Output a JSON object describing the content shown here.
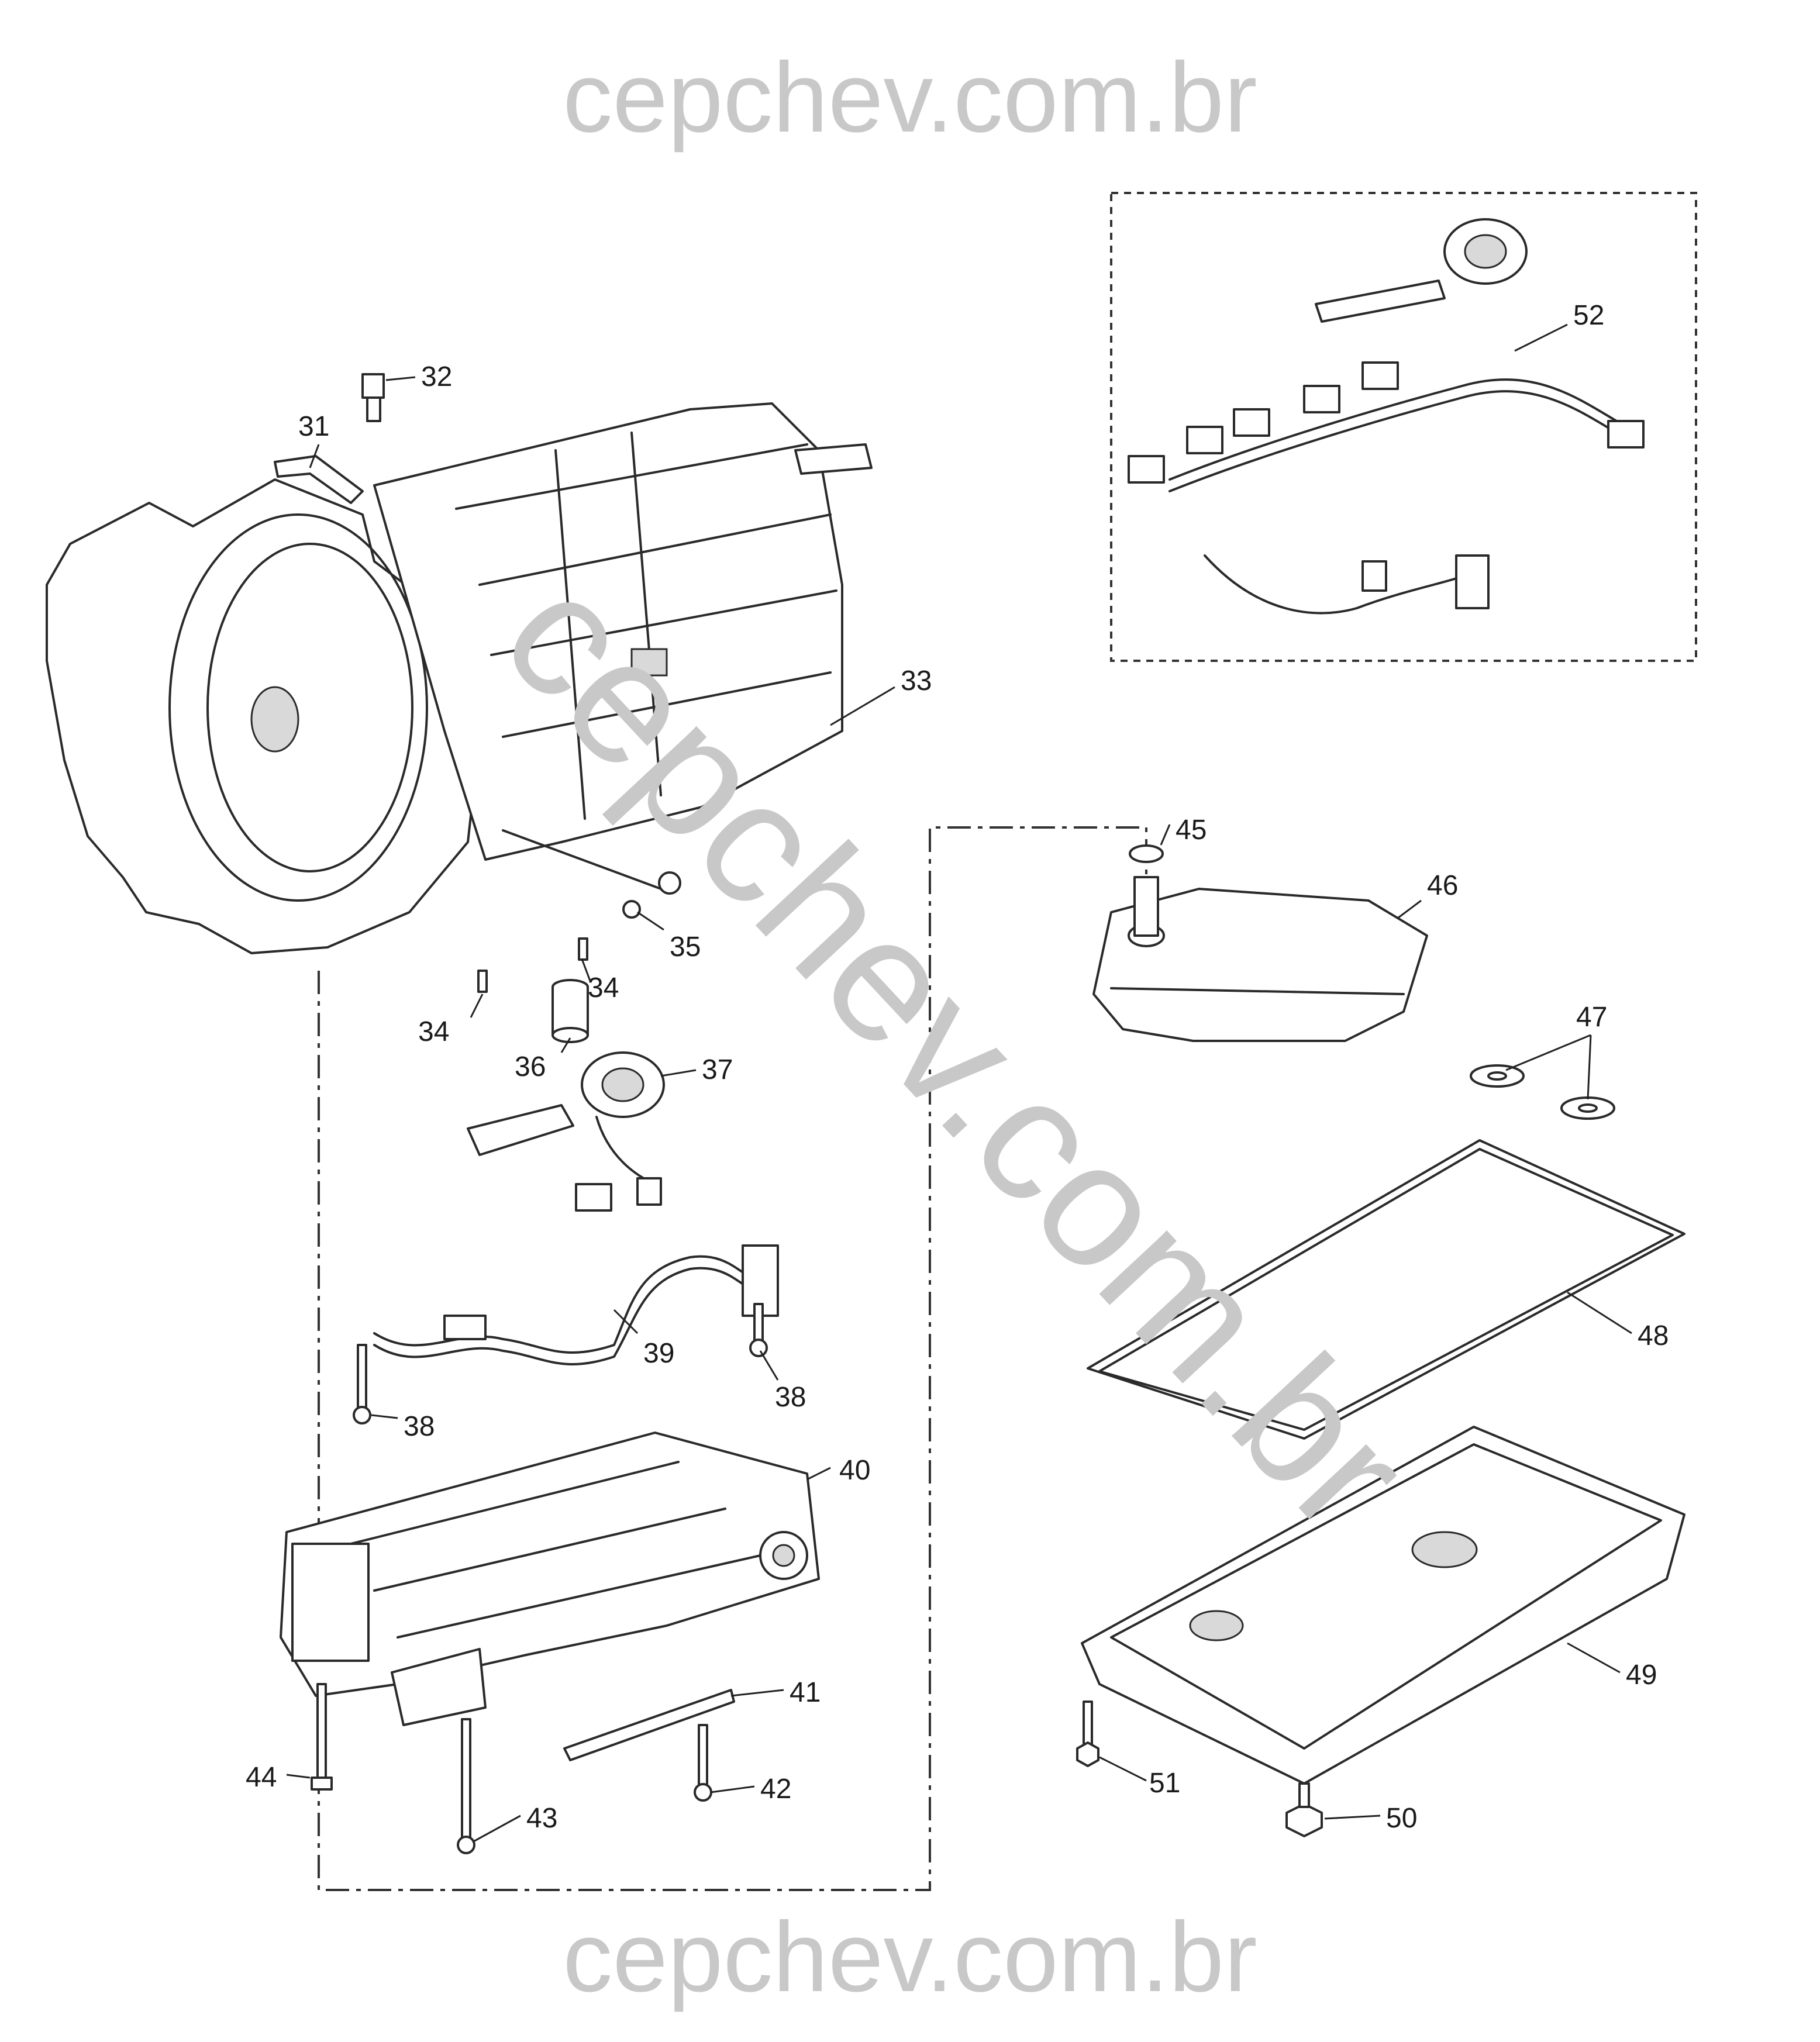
{
  "watermarks": {
    "top": "cepchev.com.br",
    "bottom": "cepchev.com.br",
    "diagonal": "cepchev.com.br"
  },
  "callouts": {
    "c31": "31",
    "c32": "32",
    "c33": "33",
    "c34a": "34",
    "c34b": "34",
    "c35": "35",
    "c36": "36",
    "c37": "37",
    "c38a": "38",
    "c38b": "38",
    "c39": "39",
    "c40": "40",
    "c41": "41",
    "c42": "42",
    "c43": "43",
    "c44": "44",
    "c45": "45",
    "c46": "46",
    "c47": "47",
    "c48": "48",
    "c49": "49",
    "c50": "50",
    "c51": "51",
    "c52": "52"
  }
}
